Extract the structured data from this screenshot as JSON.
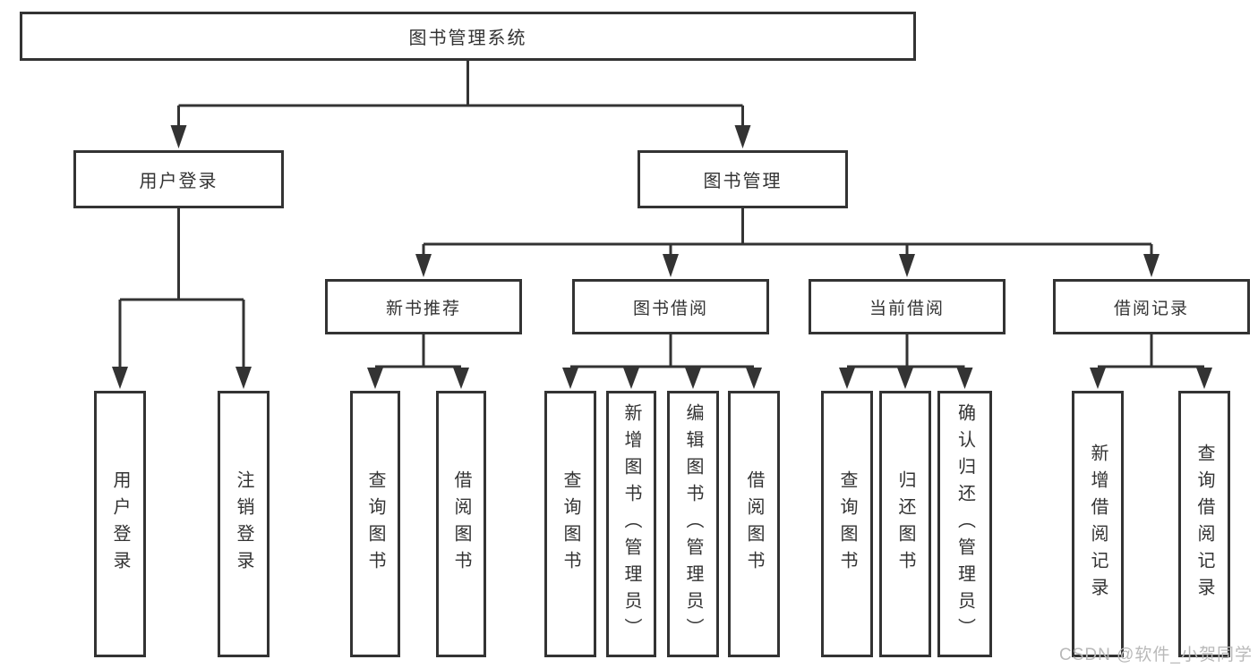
{
  "root": {
    "label": "图书管理系统"
  },
  "branches": [
    {
      "label": "用户登录",
      "children": [
        {
          "label": "用户登录"
        },
        {
          "label": "注销登录"
        }
      ]
    },
    {
      "label": "图书管理",
      "sections": [
        {
          "label": "新书推荐",
          "children": [
            {
              "label": "查询图书"
            },
            {
              "label": "借阅图书"
            }
          ]
        },
        {
          "label": "图书借阅",
          "children": [
            {
              "label": "查询图书"
            },
            {
              "label": "新增图书（管理员）"
            },
            {
              "label": "编辑图书（管理员）"
            },
            {
              "label": "借阅图书"
            }
          ]
        },
        {
          "label": "当前借阅",
          "children": [
            {
              "label": "查询图书"
            },
            {
              "label": "归还图书"
            },
            {
              "label": "确认归还（管理员）"
            }
          ]
        },
        {
          "label": "借阅记录",
          "children": [
            {
              "label": "新增借阅记录"
            },
            {
              "label": "查询借阅记录"
            }
          ]
        }
      ]
    }
  ],
  "watermark": {
    "text": "CSDN @软件_小贺同学"
  },
  "colors": {
    "line": "#333333",
    "box_border": "#333333",
    "text": "#333333",
    "watermark": "#b9b9b9",
    "background": "#ffffff"
  }
}
